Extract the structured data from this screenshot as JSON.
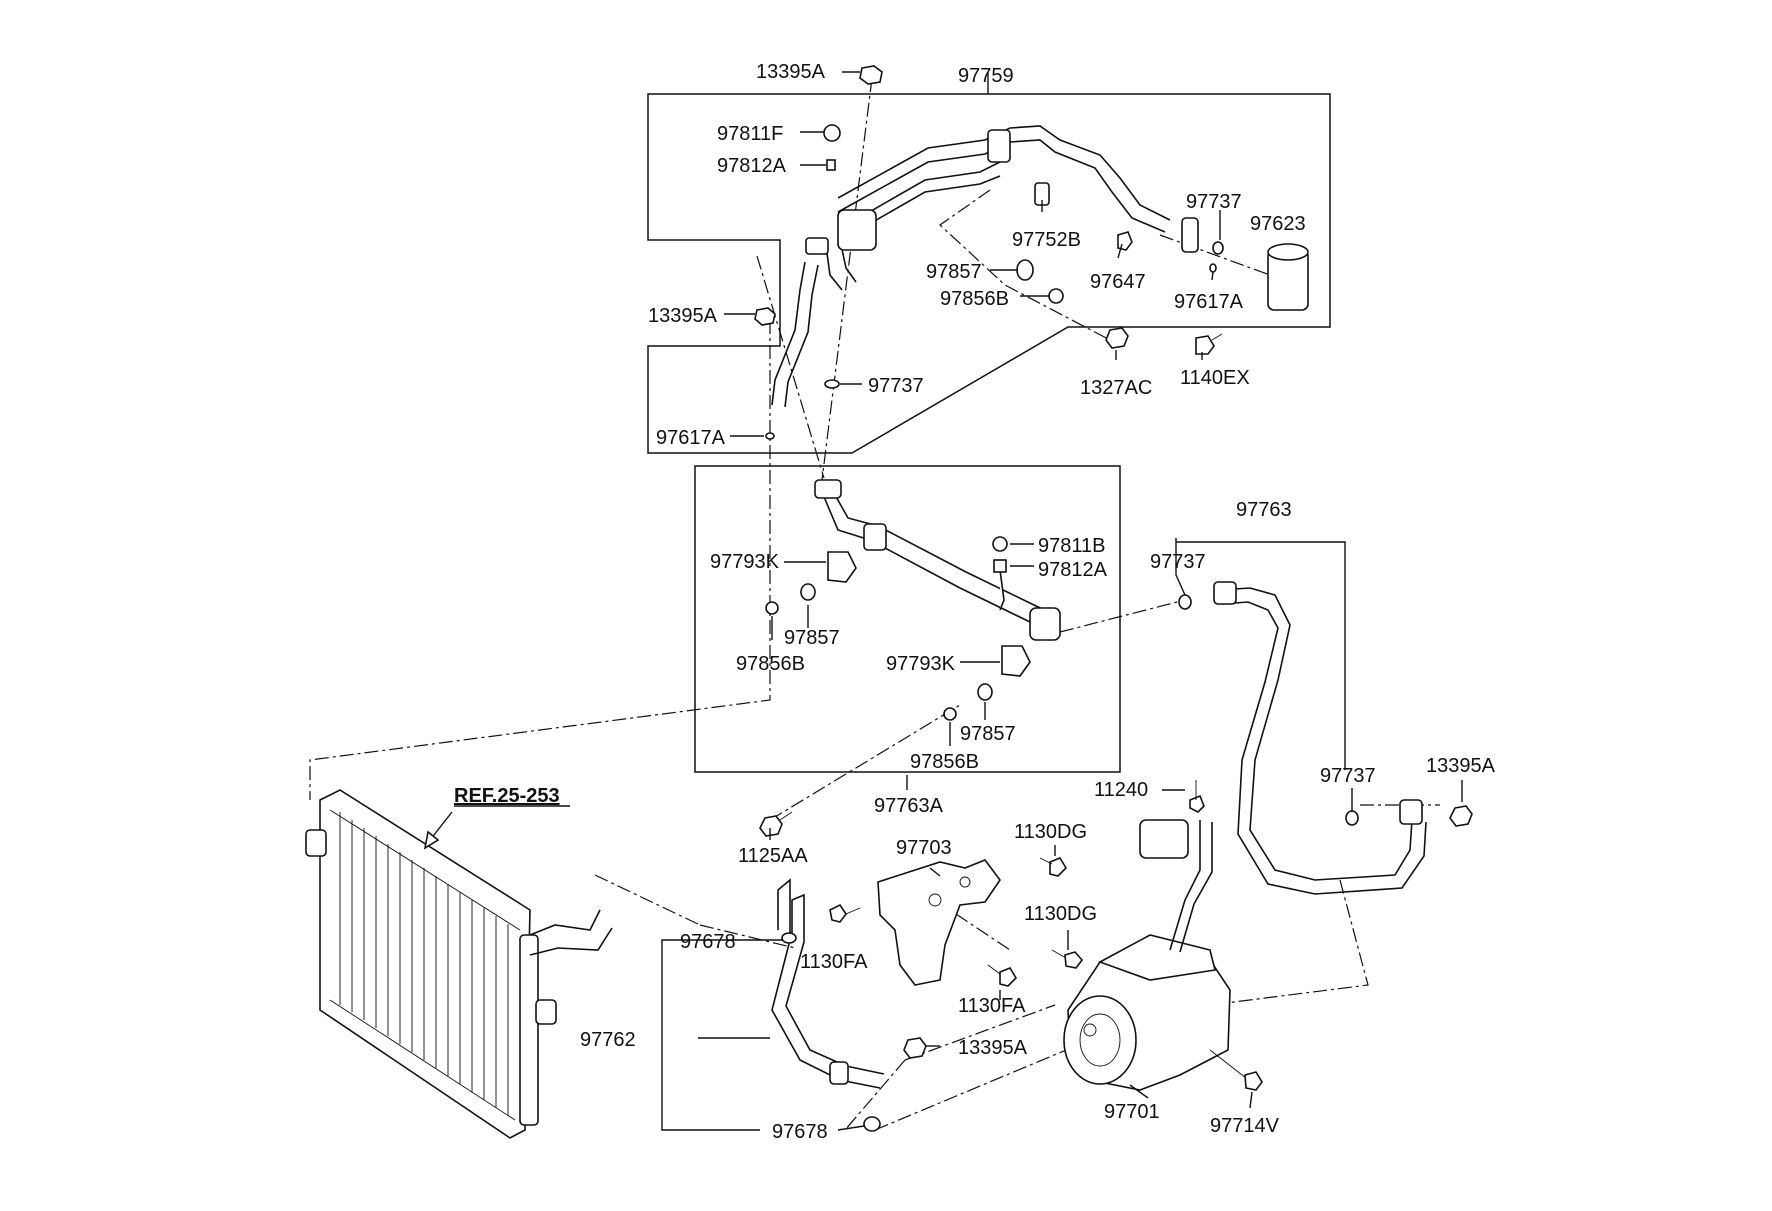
{
  "diagram": {
    "labels": {
      "l13395a_top": "13395A",
      "l97759": "97759",
      "l97811f": "97811F",
      "l97812a_top": "97812A",
      "l97752b": "97752B",
      "l97737_top": "97737",
      "l97623": "97623",
      "l97857_top": "97857",
      "l97647": "97647",
      "l97856b_top": "97856B",
      "l97617a_right": "97617A",
      "l13395a_left": "13395A",
      "l1327ac": "1327AC",
      "l1140ex": "1140EX",
      "l97737_mid": "97737",
      "l97617a_left": "97617A",
      "l97763": "97763",
      "l97811b": "97811B",
      "l97812a_mid": "97812A",
      "l97793k_1": "97793K",
      "l97737_right": "97737",
      "l97857_mid": "97857",
      "l97856b_mid": "97856B",
      "l97793k_2": "97793K",
      "l97857_low": "97857",
      "l97856b_low": "97856B",
      "l97737_far": "97737",
      "l13395a_right": "13395A",
      "l11240": "11240",
      "l97763a": "97763A",
      "l1125aa": "1125AA",
      "l1130dg_1": "1130DG",
      "l97703": "97703",
      "l1130dg_2": "1130DG",
      "l97678_top": "97678",
      "l1130fa_1": "1130FA",
      "l1130fa_2": "1130FA",
      "l97762": "97762",
      "l13395a_low": "13395A",
      "l97701": "97701",
      "l97714v": "97714V",
      "l97678_low": "97678"
    },
    "reference": "REF.25-253"
  }
}
